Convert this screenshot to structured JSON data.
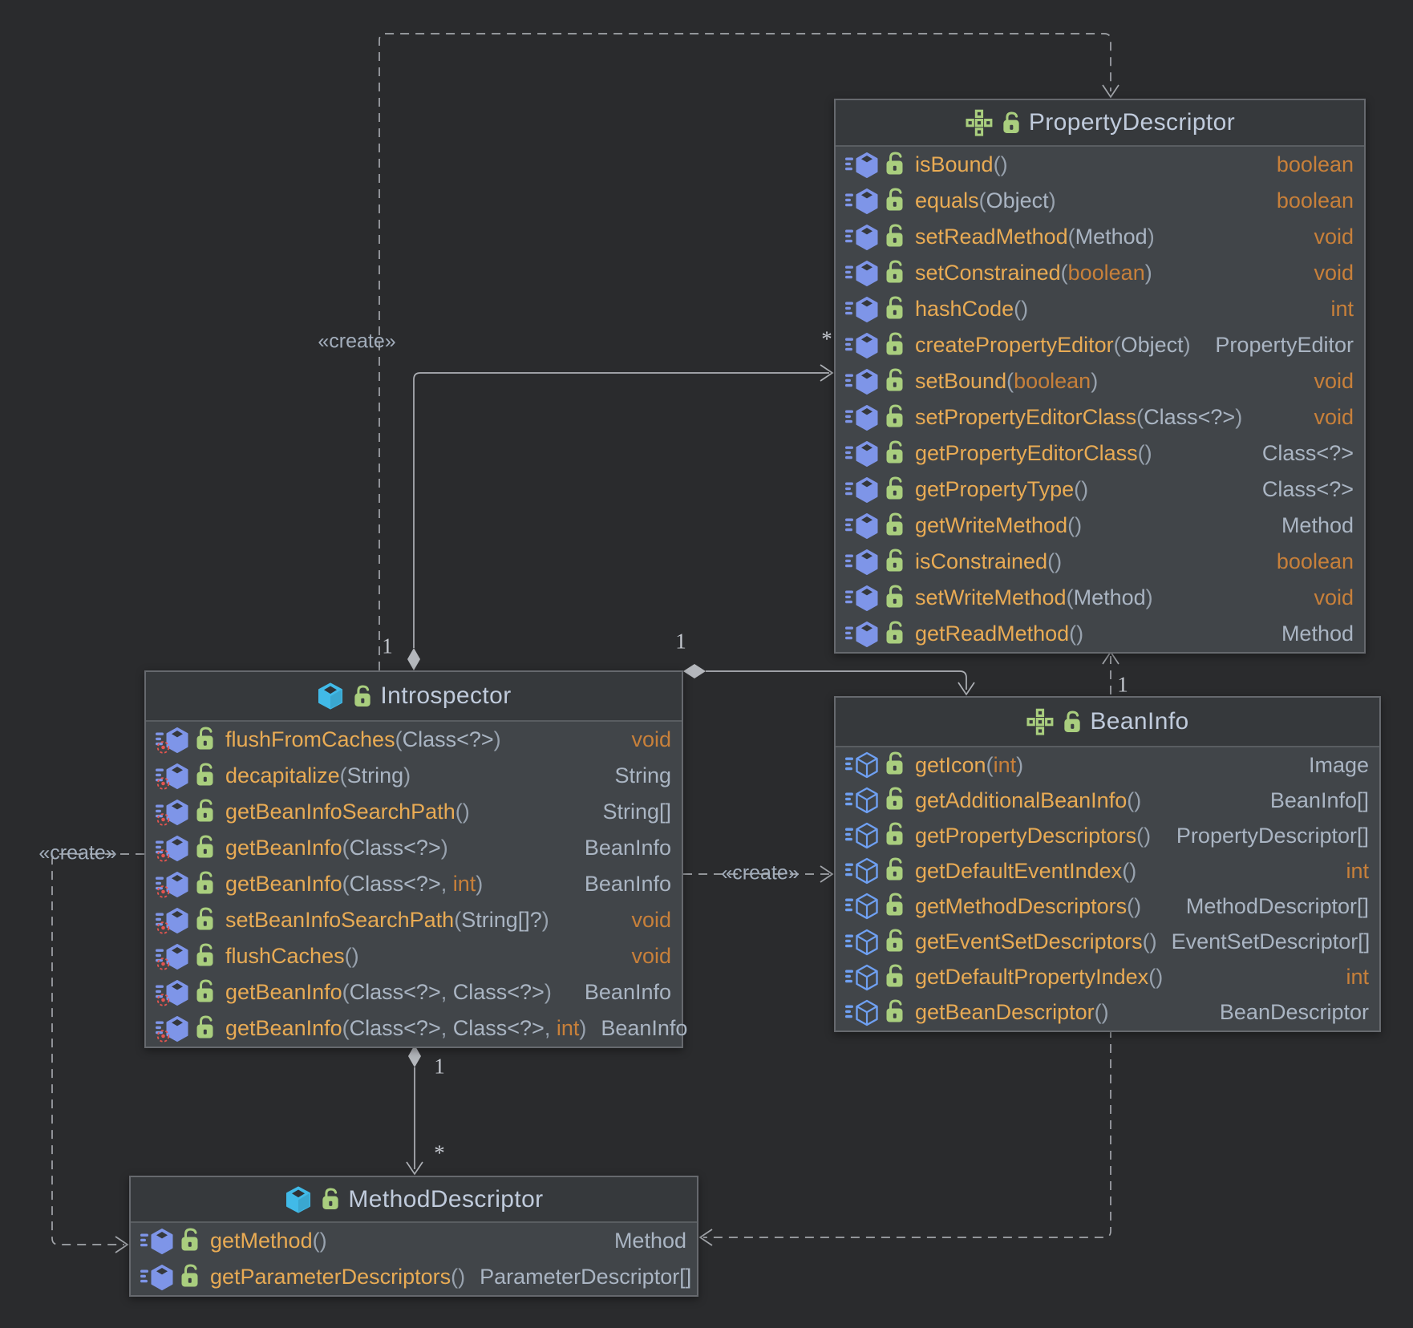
{
  "diagram_title": "java.beans UML class diagram",
  "palette": {
    "canvas_bg": "#2A2B2D",
    "node_body": "#414549",
    "node_header": "#36393C",
    "node_border": "#66696E",
    "method_name": "#E9AB54",
    "class_type": "#AAB5C3",
    "primitive_type": "#C8803A",
    "title_text": "#C0CBDC",
    "edge_solid": "#AEB1B6",
    "edge_dashed": "#A2A5AA",
    "icon_green": "#A9CE7E",
    "icon_cyan": "#41BAE8",
    "icon_blue": "#7E95E8",
    "icon_abstract_blue": "#6FA0F2",
    "static_marker_red": "#E5554F"
  },
  "classes": [
    {
      "id": "PropertyDescriptor",
      "title": "PropertyDescriptor",
      "icon": "interface",
      "visibility": "public",
      "methods": [
        {
          "name": "isBound",
          "params": [],
          "ret": "boolean",
          "ret_kind": "primitive",
          "static": false,
          "abstract": false
        },
        {
          "name": "equals",
          "params": [
            {
              "text": "Object",
              "kind": "class"
            }
          ],
          "ret": "boolean",
          "ret_kind": "primitive",
          "static": false,
          "abstract": false
        },
        {
          "name": "setReadMethod",
          "params": [
            {
              "text": "Method",
              "kind": "class"
            }
          ],
          "ret": "void",
          "ret_kind": "primitive",
          "static": false,
          "abstract": false
        },
        {
          "name": "setConstrained",
          "params": [
            {
              "text": "boolean",
              "kind": "primitive"
            }
          ],
          "ret": "void",
          "ret_kind": "primitive",
          "static": false,
          "abstract": false
        },
        {
          "name": "hashCode",
          "params": [],
          "ret": "int",
          "ret_kind": "primitive",
          "static": false,
          "abstract": false
        },
        {
          "name": "createPropertyEditor",
          "params": [
            {
              "text": "Object",
              "kind": "class"
            }
          ],
          "ret": "PropertyEditor",
          "ret_kind": "class",
          "static": false,
          "abstract": false
        },
        {
          "name": "setBound",
          "params": [
            {
              "text": "boolean",
              "kind": "primitive"
            }
          ],
          "ret": "void",
          "ret_kind": "primitive",
          "static": false,
          "abstract": false
        },
        {
          "name": "setPropertyEditorClass",
          "params": [
            {
              "text": "Class<?>",
              "kind": "class"
            }
          ],
          "ret": "void",
          "ret_kind": "primitive",
          "static": false,
          "abstract": false
        },
        {
          "name": "getPropertyEditorClass",
          "params": [],
          "ret": "Class<?>",
          "ret_kind": "class",
          "static": false,
          "abstract": false
        },
        {
          "name": "getPropertyType",
          "params": [],
          "ret": "Class<?>",
          "ret_kind": "class",
          "static": false,
          "abstract": false
        },
        {
          "name": "getWriteMethod",
          "params": [],
          "ret": "Method",
          "ret_kind": "class",
          "static": false,
          "abstract": false
        },
        {
          "name": "isConstrained",
          "params": [],
          "ret": "boolean",
          "ret_kind": "primitive",
          "static": false,
          "abstract": false
        },
        {
          "name": "setWriteMethod",
          "params": [
            {
              "text": "Method",
              "kind": "class"
            }
          ],
          "ret": "void",
          "ret_kind": "primitive",
          "static": false,
          "abstract": false
        },
        {
          "name": "getReadMethod",
          "params": [],
          "ret": "Method",
          "ret_kind": "class",
          "static": false,
          "abstract": false
        }
      ]
    },
    {
      "id": "Introspector",
      "title": "Introspector",
      "icon": "class",
      "visibility": "public",
      "methods": [
        {
          "name": "flushFromCaches",
          "params": [
            {
              "text": "Class<?>",
              "kind": "class"
            }
          ],
          "ret": "void",
          "ret_kind": "primitive",
          "static": true,
          "abstract": false
        },
        {
          "name": "decapitalize",
          "params": [
            {
              "text": "String",
              "kind": "class"
            }
          ],
          "ret": "String",
          "ret_kind": "class",
          "static": true,
          "abstract": false
        },
        {
          "name": "getBeanInfoSearchPath",
          "params": [],
          "ret": "String[]",
          "ret_kind": "class",
          "static": true,
          "abstract": false
        },
        {
          "name": "getBeanInfo",
          "params": [
            {
              "text": "Class<?>",
              "kind": "class"
            }
          ],
          "ret": "BeanInfo",
          "ret_kind": "class",
          "static": true,
          "abstract": false
        },
        {
          "name": "getBeanInfo",
          "params": [
            {
              "text": "Class<?>",
              "kind": "class"
            },
            {
              "text": "int",
              "kind": "primitive"
            }
          ],
          "ret": "BeanInfo",
          "ret_kind": "class",
          "static": true,
          "abstract": false
        },
        {
          "name": "setBeanInfoSearchPath",
          "params": [
            {
              "text": "String[]?",
              "kind": "class"
            }
          ],
          "ret": "void",
          "ret_kind": "primitive",
          "static": true,
          "abstract": false
        },
        {
          "name": "flushCaches",
          "params": [],
          "ret": "void",
          "ret_kind": "primitive",
          "static": true,
          "abstract": false
        },
        {
          "name": "getBeanInfo",
          "params": [
            {
              "text": "Class<?>",
              "kind": "class"
            },
            {
              "text": "Class<?>",
              "kind": "class"
            }
          ],
          "ret": "BeanInfo",
          "ret_kind": "class",
          "static": true,
          "abstract": false
        },
        {
          "name": "getBeanInfo",
          "params": [
            {
              "text": "Class<?>",
              "kind": "class"
            },
            {
              "text": "Class<?>",
              "kind": "class"
            },
            {
              "text": "int",
              "kind": "primitive"
            }
          ],
          "ret": "BeanInfo",
          "ret_kind": "class",
          "static": true,
          "abstract": false
        }
      ]
    },
    {
      "id": "BeanInfo",
      "title": "BeanInfo",
      "icon": "interface",
      "visibility": "public",
      "methods": [
        {
          "name": "getIcon",
          "params": [
            {
              "text": "int",
              "kind": "primitive"
            }
          ],
          "ret": "Image",
          "ret_kind": "class",
          "static": false,
          "abstract": true
        },
        {
          "name": "getAdditionalBeanInfo",
          "params": [],
          "ret": "BeanInfo[]",
          "ret_kind": "class",
          "static": false,
          "abstract": true
        },
        {
          "name": "getPropertyDescriptors",
          "params": [],
          "ret": "PropertyDescriptor[]",
          "ret_kind": "class",
          "static": false,
          "abstract": true
        },
        {
          "name": "getDefaultEventIndex",
          "params": [],
          "ret": "int",
          "ret_kind": "primitive",
          "static": false,
          "abstract": true
        },
        {
          "name": "getMethodDescriptors",
          "params": [],
          "ret": "MethodDescriptor[]",
          "ret_kind": "class",
          "static": false,
          "abstract": true
        },
        {
          "name": "getEventSetDescriptors",
          "params": [],
          "ret": "EventSetDescriptor[]",
          "ret_kind": "class",
          "static": false,
          "abstract": true
        },
        {
          "name": "getDefaultPropertyIndex",
          "params": [],
          "ret": "int",
          "ret_kind": "primitive",
          "static": false,
          "abstract": true
        },
        {
          "name": "getBeanDescriptor",
          "params": [],
          "ret": "BeanDescriptor",
          "ret_kind": "class",
          "static": false,
          "abstract": true
        }
      ]
    },
    {
      "id": "MethodDescriptor",
      "title": "MethodDescriptor",
      "icon": "class",
      "visibility": "public",
      "methods": [
        {
          "name": "getMethod",
          "params": [],
          "ret": "Method",
          "ret_kind": "class",
          "static": false,
          "abstract": false
        },
        {
          "name": "getParameterDescriptors",
          "params": [],
          "ret": "ParameterDescriptor[]",
          "ret_kind": "class",
          "static": false,
          "abstract": false
        }
      ]
    }
  ],
  "labels": {
    "create_top": "«create»",
    "create_mid": "«create»",
    "create_left": "«create»",
    "agg_pd_source_mult": "1",
    "agg_pd_target_mult": "*",
    "agg_bi_source_mult": "1",
    "dep_bi_pd_mult": "1",
    "agg_md_source_mult": "1",
    "agg_md_target_mult": "*"
  }
}
